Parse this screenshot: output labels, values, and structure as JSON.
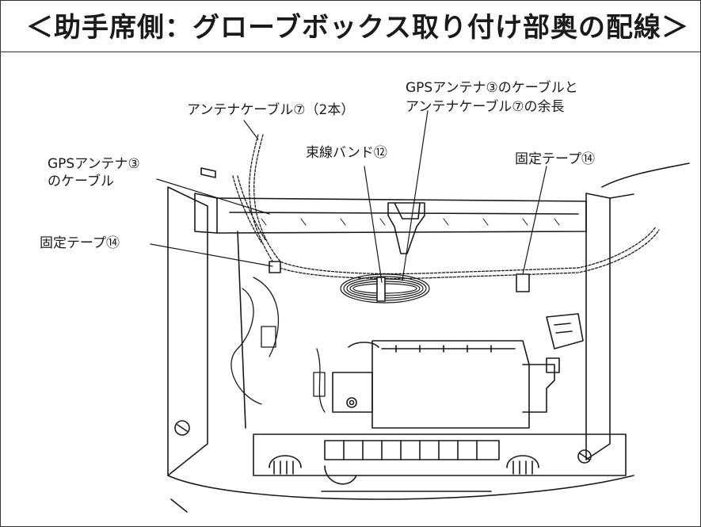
{
  "title": "＜助手席側：グローブボックス取り付け部奥の配線＞",
  "labels": {
    "gps_antenna_cable_line1": "GPSアンテナ③",
    "gps_antenna_cable_line2": "のケーブル",
    "antenna_cable": "アンテナケーブル⑦（2本）",
    "fixing_tape_left": "固定テープ⑭",
    "bundling_band": "束線バンド⑫",
    "slack_line1": "GPSアンテナ③のケーブルと",
    "slack_line2": "アンテナケーブル⑦の余長",
    "fixing_tape_right": "固定テープ⑭"
  }
}
